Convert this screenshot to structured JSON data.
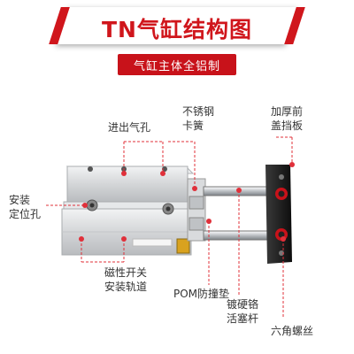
{
  "header": {
    "title": "TN气缸结构图",
    "subtitle": "气缸主体全铝制"
  },
  "labels": {
    "stainless_clip_line1": "不锈钢",
    "stainless_clip_line2": "卡簧",
    "thick_cover_line1": "加厚前",
    "thick_cover_line2": "盖挡板",
    "air_port": "进出气孔",
    "mount_hole_line1": "安装",
    "mount_hole_line2": "定位孔",
    "switch_rail_line1": "磁性开关",
    "switch_rail_line2": "安装轨道",
    "pom_pad": "POM防撞垫",
    "chrome_rod_line1": "镀硬铬",
    "chrome_rod_line2": "活塞杆",
    "hex_screw": "六角螺丝"
  },
  "colors": {
    "accent": "#d0161c",
    "leader_line": "#e0303a",
    "body_aluminum": "#d8dadc",
    "end_plate": "#1a1a1a"
  }
}
